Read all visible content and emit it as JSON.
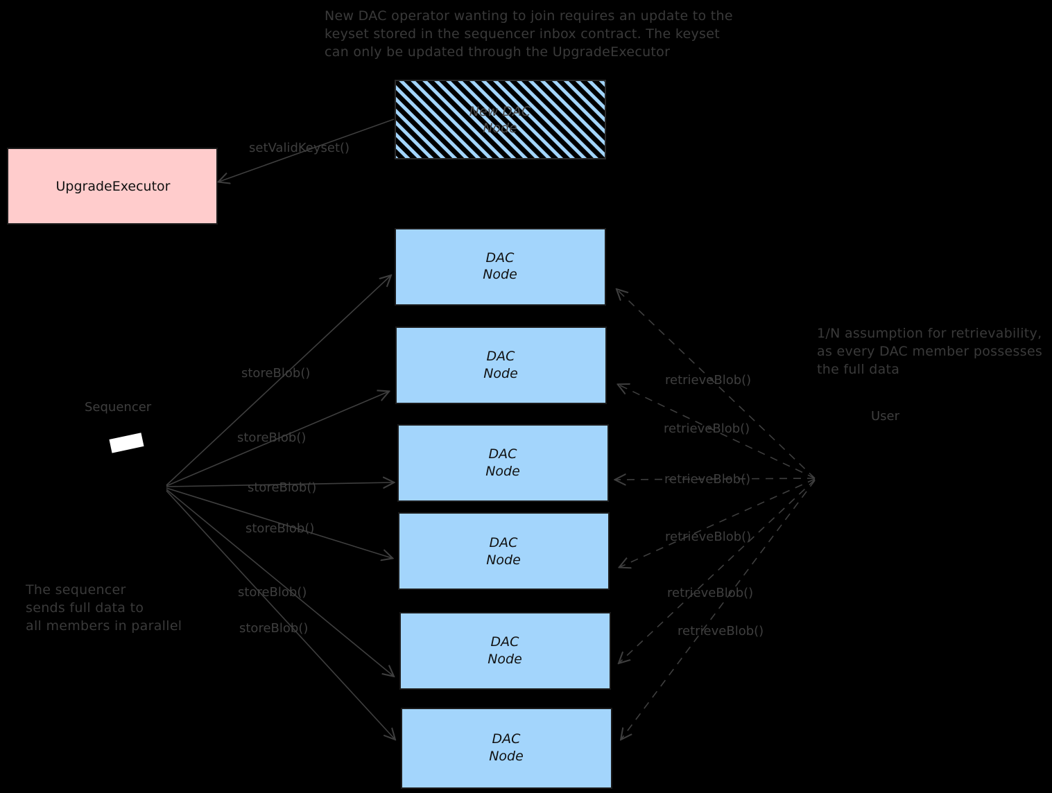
{
  "diagram": {
    "background_color": "#000000",
    "node_fill": "#a3d5fc",
    "node_stroke": "#1b1b1b",
    "upgrade_fill": "#ffcccc",
    "line_color": "#3f3f3f",
    "text_color": "#3a3a3a"
  },
  "annotations": {
    "top_note": "New DAC operator wanting to join requires an update to the\nkeyset stored in the sequencer inbox contract. The keyset\ncan only be updated through the UpgradeExecutor",
    "right_note": "1/N assumption for retrievability,\nas every DAC member possesses\nthe full data",
    "bottom_left_note": "The sequencer\nsends full data to\nall members in parallel"
  },
  "boxes": {
    "new_dac_node": {
      "line1": "New DAC",
      "line2": "Node"
    },
    "upgrade_executor": {
      "label": "UpgradeExecutor"
    }
  },
  "actors": {
    "sequencer": {
      "label": "Sequencer"
    },
    "user": {
      "label": "User"
    }
  },
  "dac_nodes": [
    {
      "line1": "DAC",
      "line2": "Node"
    },
    {
      "line1": "DAC",
      "line2": "Node"
    },
    {
      "line1": "DAC",
      "line2": "Node"
    },
    {
      "line1": "DAC",
      "line2": "Node"
    },
    {
      "line1": "DAC",
      "line2": "Node"
    },
    {
      "line1": "DAC",
      "line2": "Node"
    }
  ],
  "edge_labels": {
    "set_valid_keyset": "setValidKeyset()",
    "store_blob": [
      "storeBlob()",
      "storeBlob()",
      "storeBlob()",
      "storeBlob()",
      "storeBlob()",
      "storeBlob()"
    ],
    "retrieve_blob": [
      "retrieveBlob()",
      "retrieveBlob()",
      "retrieveBlob()",
      "retrieveBlob()",
      "retrieveBlob()",
      "retrieveBlob()"
    ]
  }
}
